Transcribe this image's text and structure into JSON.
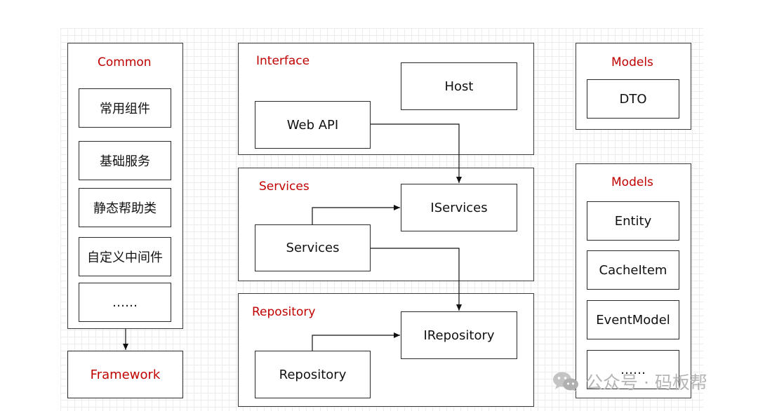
{
  "common": {
    "title": "Common",
    "items": [
      "常用组件",
      "基础服务",
      "静态帮助类",
      "自定义中间件",
      "……"
    ]
  },
  "framework": {
    "label": "Framework"
  },
  "interface": {
    "title": "Interface",
    "host": "Host",
    "webapi": "Web API"
  },
  "services": {
    "title": "Services",
    "iservices": "IServices",
    "services": "Services"
  },
  "repository": {
    "title": "Repository",
    "irepository": "IRepository",
    "repository": "Repository"
  },
  "models_dto": {
    "title": "Models",
    "items": [
      "DTO"
    ]
  },
  "models_entity": {
    "title": "Models",
    "items": [
      "Entity",
      "CacheItem",
      "EventModel",
      "……"
    ]
  },
  "watermark": {
    "text": "公众号 · 码板帮"
  },
  "colors": {
    "title": "#c00000",
    "border": "#2a2a2a",
    "grid": "#ececec",
    "watermark": "#b5b5b5"
  },
  "icons": {
    "watermark": "wechat-icon"
  }
}
